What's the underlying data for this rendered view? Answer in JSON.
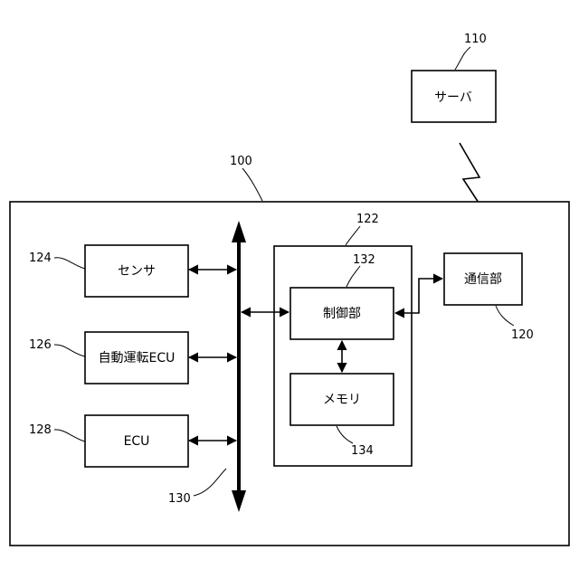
{
  "blocks": {
    "server": {
      "label": "サーバ",
      "ref": "110"
    },
    "vehicle": {
      "ref": "100"
    },
    "sensor": {
      "label": "センサ",
      "ref": "124"
    },
    "ad_ecu": {
      "label": "自動運転ECU",
      "ref": "126"
    },
    "ecu": {
      "label": "ECU",
      "ref": "128"
    },
    "bus": {
      "ref": "130"
    },
    "controller_unit": {
      "ref": "122"
    },
    "control": {
      "label": "制御部",
      "ref": "132"
    },
    "memory": {
      "label": "メモリ",
      "ref": "134"
    },
    "comm": {
      "label": "通信部",
      "ref": "120"
    }
  }
}
